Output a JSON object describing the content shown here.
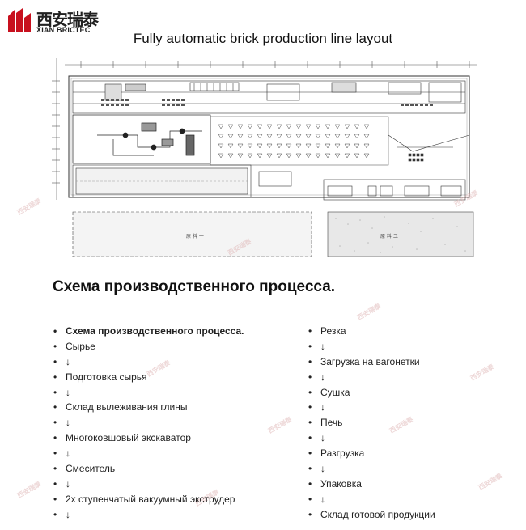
{
  "logo": {
    "cn": "西安瑞泰",
    "en": "XIAN BRICTEC",
    "color": "#c8101e"
  },
  "title": "Fully automatic brick production line layout",
  "drawing": {
    "area_label_left": "原 料 一",
    "area_label_right": "原 料 二"
  },
  "watermark_text": "西安瑞泰",
  "section_heading": "Схема производственного процесса.",
  "process": {
    "left": [
      {
        "text": "Схема производственного процесса.",
        "bold": true
      },
      {
        "text": "Сырье"
      },
      {
        "text": "↓"
      },
      {
        "text": "Подготовка сырья"
      },
      {
        "text": "↓"
      },
      {
        "text": "Склад вылеживания глины"
      },
      {
        "text": "↓"
      },
      {
        "text": "Многоковшовый экскаватор"
      },
      {
        "text": "↓"
      },
      {
        "text": "Смеситель"
      },
      {
        "text": "↓"
      },
      {
        "text": "2х ступенчатый вакуумный экструдер"
      },
      {
        "text": "↓"
      }
    ],
    "right": [
      {
        "text": "Резка"
      },
      {
        "text": "↓"
      },
      {
        "text": "Загрузка на вагонетки"
      },
      {
        "text": "↓"
      },
      {
        "text": "Сушка"
      },
      {
        "text": "↓"
      },
      {
        "text": "Печь"
      },
      {
        "text": "↓"
      },
      {
        "text": "Разгрузка"
      },
      {
        "text": "↓"
      },
      {
        "text": "Упаковка"
      },
      {
        "text": "↓"
      },
      {
        "text": "Склад готовой продукции"
      }
    ]
  }
}
